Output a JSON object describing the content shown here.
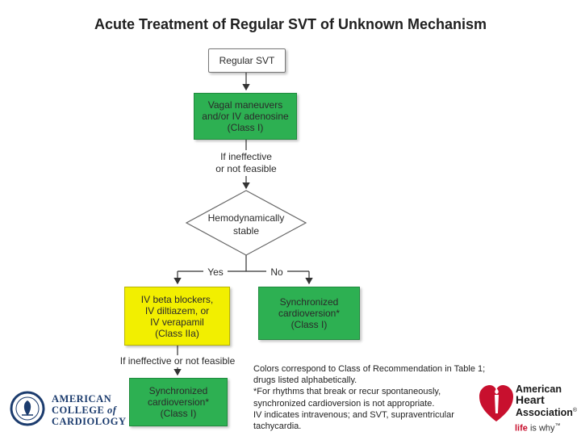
{
  "title": "Acute Treatment of Regular SVT of Unknown Mechanism",
  "colors": {
    "green": "#2db052",
    "yellow": "#f2ef00",
    "acc_blue": "#1c3c6e",
    "aha_red": "#c8102e"
  },
  "flow": {
    "start": "Regular SVT",
    "step1": "Vagal maneuvers\nand/or IV adenosine\n(Class I)",
    "edge1": "If ineffective\nor not feasible",
    "decision": "Hemodynamically\nstable",
    "yes": "Yes",
    "no": "No",
    "yes_box": "IV beta blockers,\nIV diltiazem, or\nIV verapamil\n(Class IIa)",
    "no_box": "Synchronized\ncardioversion*\n(Class I)",
    "edge2": "If ineffective or not feasible",
    "final_box": "Synchronized\ncardioversion*\n(Class I)"
  },
  "notes": [
    "Colors correspond to Class of Recommendation in Table 1; drugs listed alphabetically.",
    "*For rhythms that break or recur spontaneously, synchronized cardioversion is not appropriate.",
    "IV indicates intravenous; and SVT, supraventricular tachycardia."
  ],
  "logos": {
    "acc": {
      "line1": "AMERICAN",
      "line2a": "COLLEGE",
      "line2b": "of",
      "line3": "CARDIOLOGY"
    },
    "aha": {
      "line1": "American",
      "line2": "Heart",
      "line3": "Association",
      "tag_a": "life",
      "tag_b": "is why",
      "reg": "®",
      "tm": "™"
    }
  }
}
